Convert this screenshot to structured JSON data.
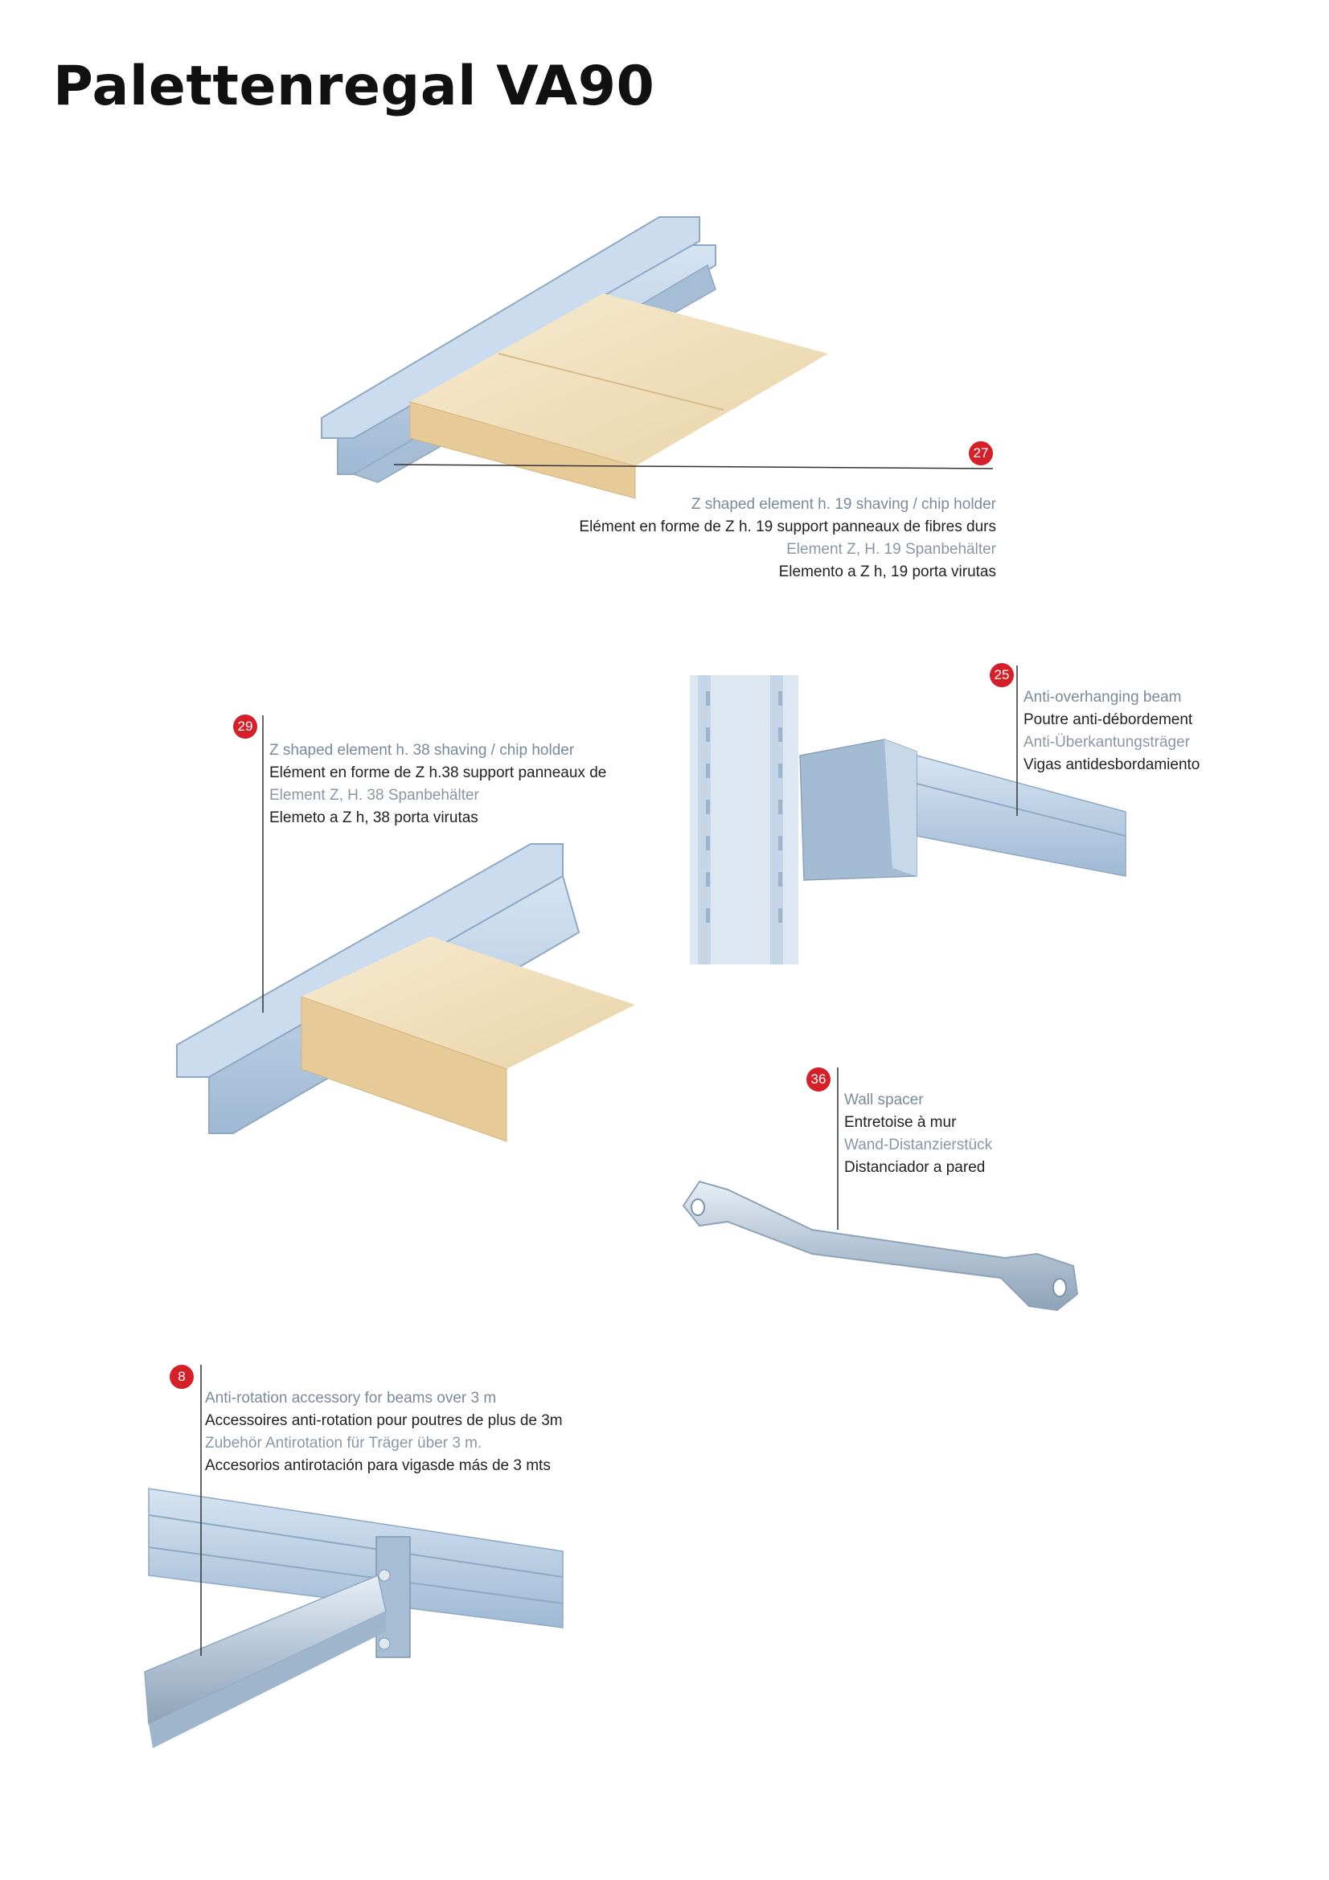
{
  "page": {
    "title": "Palettenregal VA90"
  },
  "items": [
    {
      "number": "27",
      "en": "Z shaped element h. 19 shaving / chip holder",
      "fr": "Elément en forme de Z h. 19 support panneaux de fibres durs",
      "de": "Element  Z, H. 19  Spanbehälter",
      "es": "Elemento a Z h, 19 porta virutas"
    },
    {
      "number": "25",
      "en": "Anti-overhanging beam",
      "fr": "Poutre anti-débordement",
      "de": "Anti-Überkantungsträger",
      "es": "Vigas  antidesbordamiento"
    },
    {
      "number": "29",
      "en": "Z shaped element h. 38 shaving / chip holder",
      "fr": "Elément en forme de Z h.38 support panneaux de",
      "de": "Element  Z, H. 38 Spanbehälter",
      "es": "Elemeto a Z h, 38 porta virutas"
    },
    {
      "number": "36",
      "en": "Wall spacer",
      "fr": "Entretoise à mur",
      "de": "Wand-Distanzierstück",
      "es": "Distanciador a pared"
    },
    {
      "number": "8",
      "en": "Anti-rotation accessory for beams over 3 m",
      "fr": "Accessoires anti-rotation pour poutres de plus de 3m",
      "de": "Zubehör Antirotation für Träger über 3 m.",
      "es": "Accesorios antirotación para vigasde más de 3 mts"
    }
  ],
  "colors": {
    "steel": "#b9cee4",
    "steel_dark": "#8fa9c4",
    "wood": "#efdfbf",
    "wood_edge": "#dcc08e",
    "badge": "#d5202a"
  }
}
